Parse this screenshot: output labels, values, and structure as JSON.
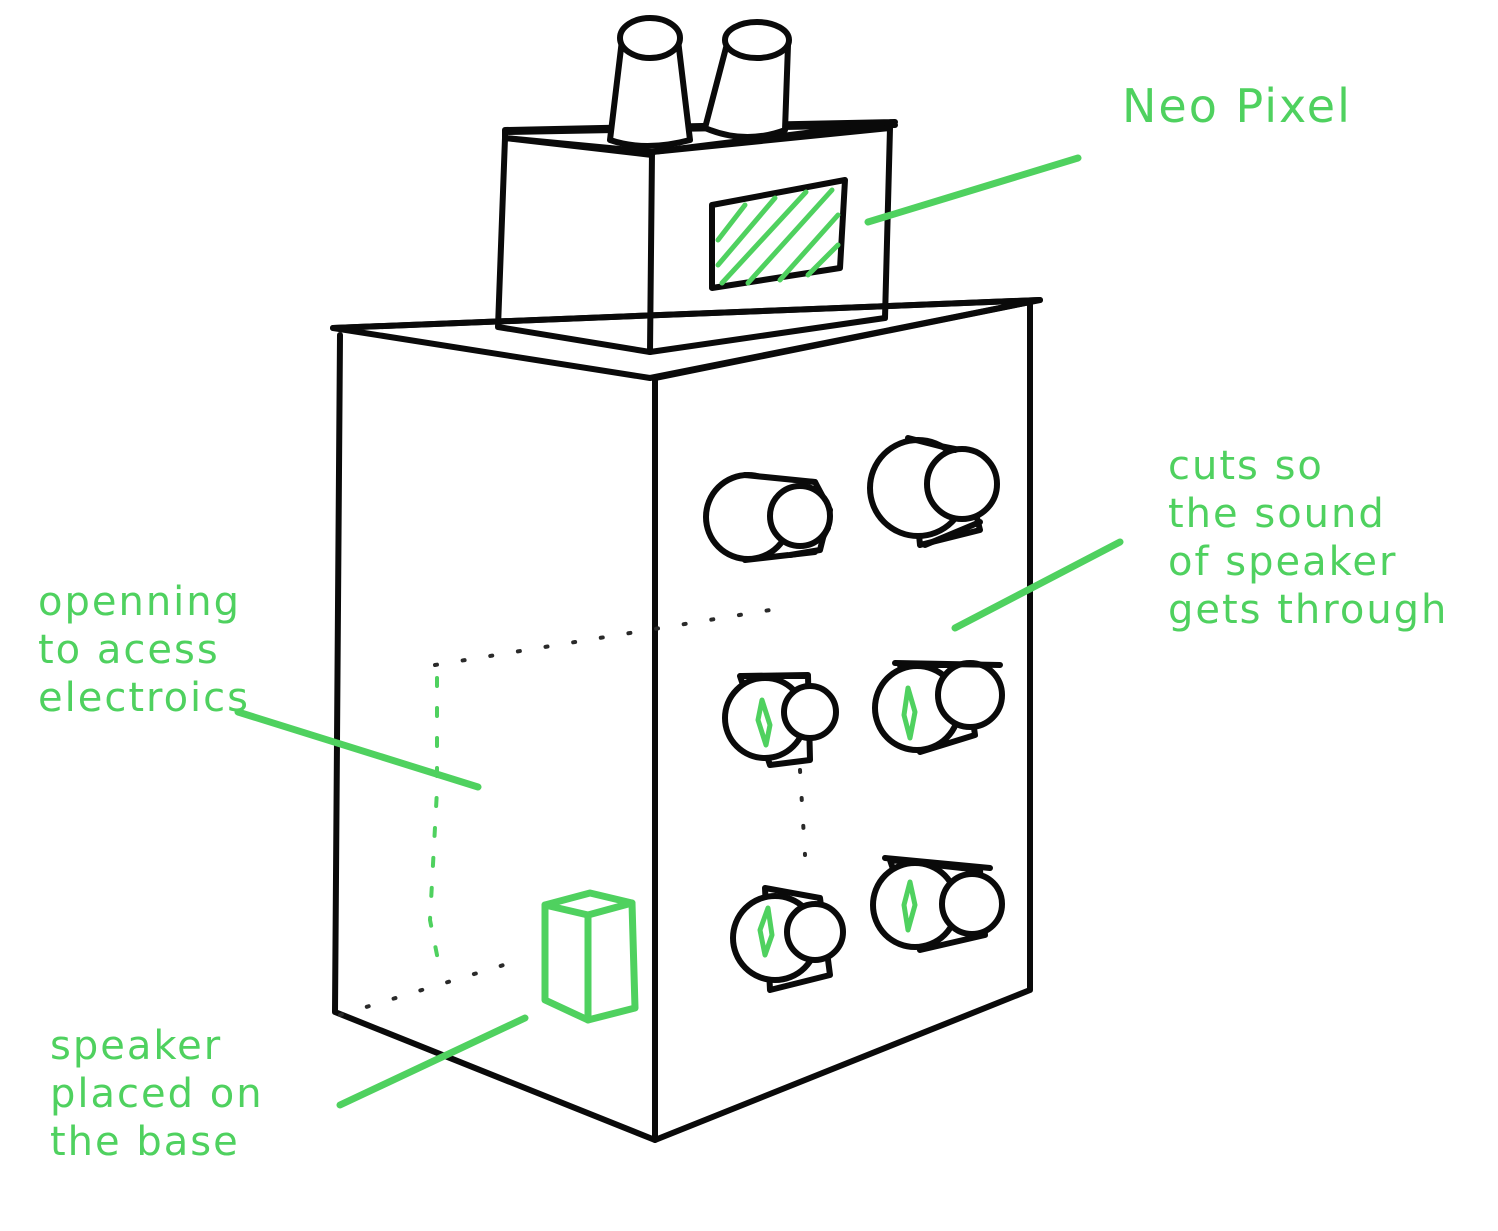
{
  "colors": {
    "ink": "#0a0a0a",
    "annotation": "#4fd15f",
    "background": "#ffffff"
  },
  "annotations": {
    "neo_pixel": "Neo Pixel",
    "cuts": [
      "cuts so",
      "the sound",
      "of speaker",
      "gets through"
    ],
    "opening": [
      "openning",
      "to acess",
      "electroics"
    ],
    "speaker": [
      "speaker",
      "placed on",
      "the base"
    ]
  }
}
